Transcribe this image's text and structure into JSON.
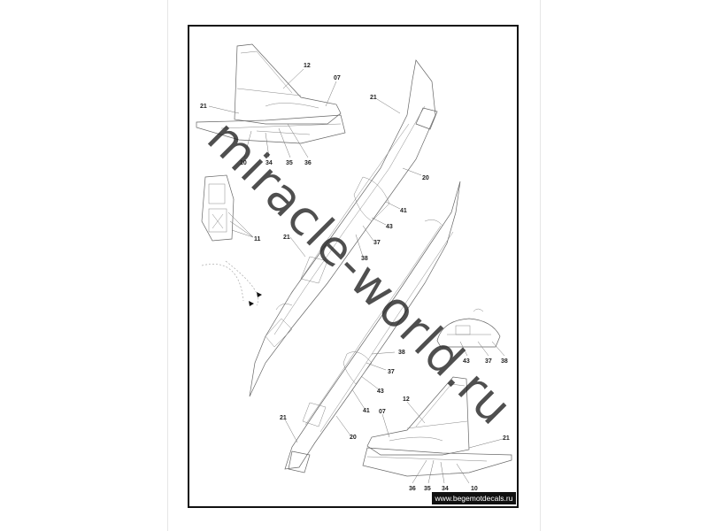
{
  "credit": "www.begemotdecals.ru",
  "watermark": "miracle-world.ru",
  "callouts": {
    "top_side_view": [
      "12",
      "07",
      "21",
      "10",
      "34",
      "35",
      "36"
    ],
    "cockpit_detail": [
      "11"
    ],
    "upper_aircraft": [
      "21",
      "20",
      "41",
      "43",
      "37",
      "38",
      "21"
    ],
    "lower_aircraft": [
      "38",
      "37",
      "43",
      "41",
      "20",
      "21"
    ],
    "lower_side_view": [
      "12",
      "07",
      "21",
      "36",
      "35",
      "34",
      "10"
    ],
    "engine_detail": [
      "43",
      "37",
      "38"
    ]
  }
}
